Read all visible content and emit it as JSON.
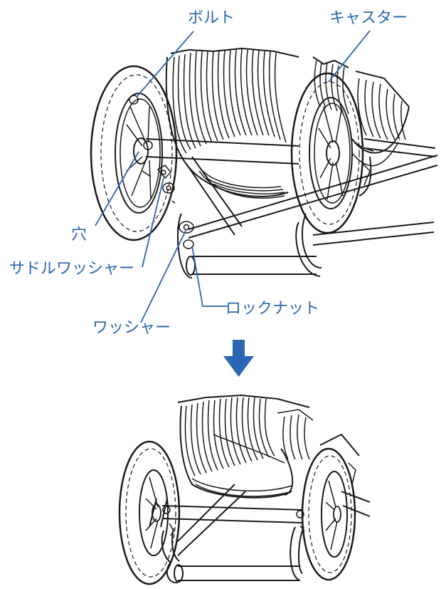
{
  "labels": {
    "bolt": "ボルト",
    "caster": "キャスター",
    "hole": "穴",
    "saddle_washer": "サドルワッシャー",
    "lock_nut": "ロックナット",
    "washer": "ワッシャー"
  },
  "colors": {
    "label": "#2a66b1",
    "leader": "#2a66b1",
    "arrow": "#2a66b1",
    "line": "#1a1a1a"
  },
  "icons": {
    "step_arrow": "arrow-down-icon"
  }
}
